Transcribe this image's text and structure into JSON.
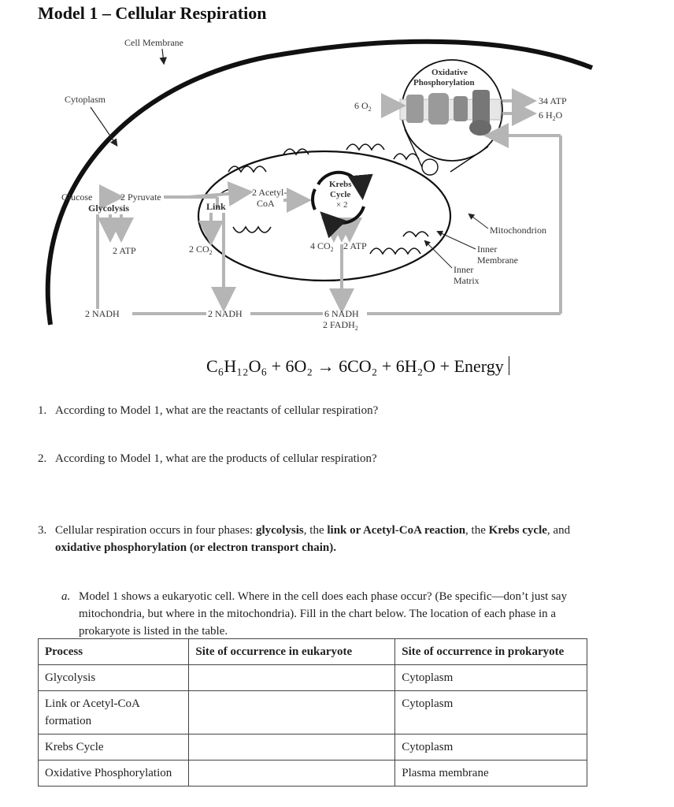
{
  "title": "Model 1 – Cellular Respiration",
  "diagram": {
    "cell_membrane": "Cell Membrane",
    "cytoplasm": "Cytoplasm",
    "glucose": "Glucose",
    "pyruvate": "2 Pyruvate",
    "glycolysis": "Glycolysis",
    "atp_glycolysis": "2 ATP",
    "nadh_glycolysis": "2 NADH",
    "link": "Link",
    "co2_link": "2 CO",
    "nadh_link": "2 NADH",
    "acetyl_coa_1": "2 Acetyl-",
    "acetyl_coa_2": "CoA",
    "krebs_1": "Krebs",
    "krebs_2": "Cycle",
    "krebs_3": "× 2",
    "krebs_products": "4 CO",
    "krebs_atp": "2 ATP",
    "krebs_nadh": "6 NADH",
    "krebs_fadh": "2 FADH",
    "oxygen": "6 O",
    "ox_phos_1": "Oxidative",
    "ox_phos_2": "Phosphorylation",
    "atp_34": "34 ATP",
    "water": "6 H",
    "mitochondrion": "Mitochondrion",
    "inner_membrane_1": "Inner",
    "inner_membrane_2": "Membrane",
    "inner_matrix_1": "Inner",
    "inner_matrix_2": "Matrix",
    "sub2": "2",
    "sub_o": "O"
  },
  "equation": "C₆H₁₂O₆ + 6O₂ → 6CO₂ + 6H₂O + Energy",
  "questions": {
    "q1_num": "1.",
    "q1": "According to Model 1, what are the reactants of cellular respiration?",
    "q2_num": "2.",
    "q2": "According to Model 1, what are the products of cellular respiration?",
    "q3_num": "3.",
    "q3_a": "Cellular respiration occurs in four phases: ",
    "q3_b": "glycolysis",
    "q3_c": ", the ",
    "q3_d": "link or Acetyl-CoA reaction",
    "q3_e": ", the ",
    "q3_f": "Krebs cycle",
    "q3_g": ", and",
    "q3_h": "oxidative phosphorylation (or electron transport chain).",
    "qa_num": "a.",
    "qa_line1": "Model 1 shows a eukaryotic cell. Where in the cell does each phase occur? (Be specific—don’t just say",
    "qa_line2": "mitochondria, but where in the mitochondria). Fill in the chart below. The location of each phase in a",
    "qa_line3": "prokaryote is listed in the table."
  },
  "table": {
    "headers": [
      "Process",
      "Site of occurrence in eukaryote",
      "Site of occurrence in prokaryote"
    ],
    "rows": [
      {
        "process": "Glycolysis",
        "eukaryote": "",
        "prokaryote": "Cytoplasm"
      },
      {
        "process": "Link or Acetyl-CoA formation",
        "eukaryote": "",
        "prokaryote": "Cytoplasm"
      },
      {
        "process": "Krebs Cycle",
        "eukaryote": "",
        "prokaryote": "Cytoplasm"
      },
      {
        "process": "Oxidative Phosphorylation",
        "eukaryote": "",
        "prokaryote": "Plasma membrane"
      }
    ]
  }
}
